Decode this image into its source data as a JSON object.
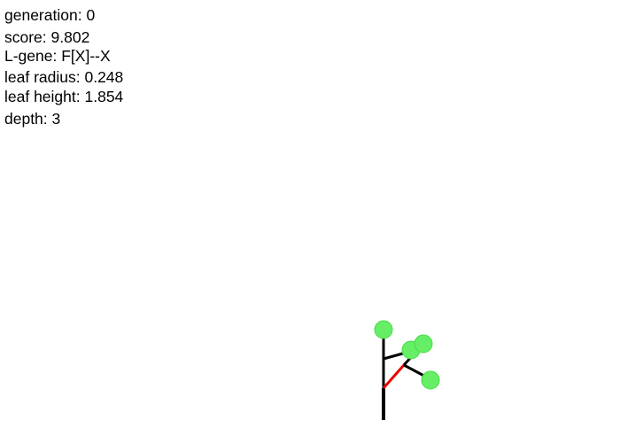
{
  "stats": [
    {
      "key": "generation",
      "label": "generation",
      "value": "0"
    },
    {
      "key": "score",
      "label": "score",
      "value": "9.802"
    },
    {
      "key": "l_gene",
      "label": "L-gene",
      "value": "F[X]--X"
    },
    {
      "key": "leaf_radius",
      "label": "leaf radius",
      "value": "0.248"
    },
    {
      "key": "leaf_height",
      "label": "leaf height",
      "value": "1.854"
    },
    {
      "key": "depth",
      "label": "depth",
      "value": "3"
    }
  ],
  "plant": {
    "colors": {
      "branch": "#000000",
      "highlight_branch": "#ee0000",
      "leaf_fill": "#66ee66",
      "leaf_stroke": "#44dd44"
    }
  }
}
